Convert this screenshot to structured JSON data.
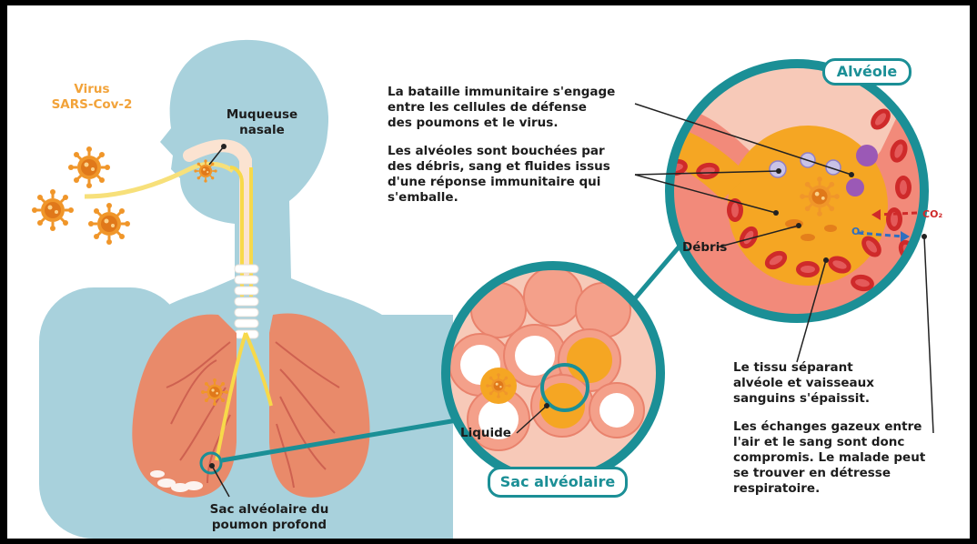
{
  "labels": {
    "virus": "Virus\nSARS-Cov-2",
    "muqueuse": "Muqueuse\nnasale",
    "sac_profond": "Sac alvéolaire du\npoumon profond",
    "liquide": "Liquide",
    "sac_alveolaire": "Sac alvéolaire",
    "alveole": "Alvéole",
    "debris": "Débris",
    "bataille": "La bataille immunitaire s'engage\nentre les cellules de défense\ndes poumons et le virus.",
    "bouchees": "Les alvéoles sont bouchées par\ndes débris, sang et fluides issus\nd'une réponse immunitaire qui\ns'emballe.",
    "tissu": "Le tissu séparant\nalvéole et vaisseaux\nsanguins s'épaissit.",
    "echanges": "Les échanges gazeux entre\nl'air et le sang sont donc\ncompromis. Le malade peut\nse trouver en détresse\nrespiratoire.",
    "co2": "CO₂",
    "o2": "O₂"
  },
  "colors": {
    "body": "#a8d1dc",
    "teal": "#1b8f96",
    "lung": "#e98a6a",
    "virus": "#f0962a",
    "alveolus_fill": "#f5a623",
    "blood_cell": "#cf2a2a",
    "purple_cell": "#9b59b6"
  }
}
